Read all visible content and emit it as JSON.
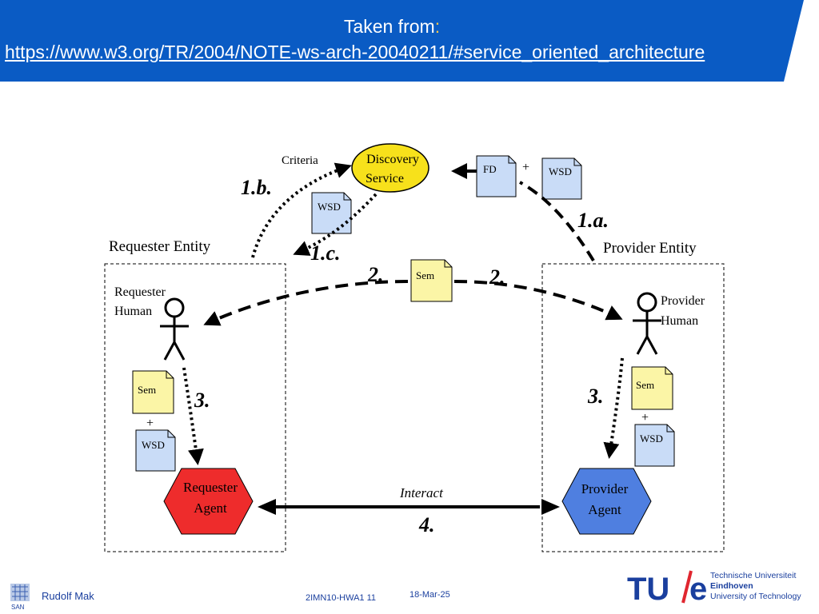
{
  "header": {
    "line1": "Taken from",
    "line1_suffix": ":",
    "url": "https://www.w3.org/TR/2004/NOTE-ws-arch-20040211/#service_oriented_architecture",
    "background_color": "#0a5bc4"
  },
  "diagram": {
    "discovery_service": {
      "line1": "Discovery",
      "line2": "Service",
      "color": "#f7e11b"
    },
    "criteria_label": "Criteria",
    "requester_entity_label": "Requester Entity",
    "provider_entity_label": "Provider Entity",
    "requester_human": {
      "line1": "Requester",
      "line2": "Human"
    },
    "provider_human": {
      "line1": "Provider",
      "line2": "Human"
    },
    "requester_agent": {
      "line1": "Requester",
      "line2": "Agent",
      "color": "#ee2c2c"
    },
    "provider_agent": {
      "line1": "Provider",
      "line2": "Agent",
      "color": "#4f7fe0"
    },
    "documents": {
      "fd": "FD",
      "wsd": "WSD",
      "sem": "Sem",
      "plus": "+"
    },
    "step_labels": {
      "step_1a": "1.a.",
      "step_1b": "1.b.",
      "step_1c": "1.c.",
      "step_2": "2.",
      "step_3": "3.",
      "step_4": "4."
    },
    "interact_label": "Interact"
  },
  "footer": {
    "author": "Rudolf Mak",
    "course": "2IMN10-HWA1 11",
    "date": "18-Mar-25",
    "san_logo_text": "SAN",
    "tue_logo": {
      "tu": "TU",
      "e": "e",
      "line1": "Technische Universiteit",
      "line2": "Eindhoven",
      "line3": "University of Technology"
    }
  }
}
